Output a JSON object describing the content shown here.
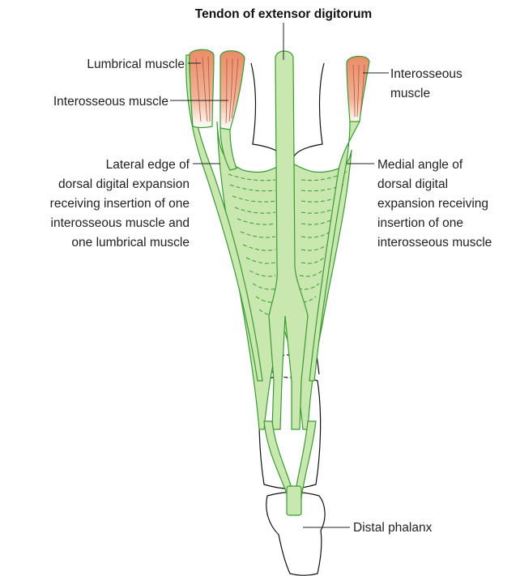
{
  "title": "Tendon of extensor digitorum",
  "labels": {
    "lumbrical": "Lumbrical muscle",
    "interosseous_left": "Interosseous muscle",
    "interosseous_right_1": "Interosseous",
    "interosseous_right_2": "muscle",
    "lateral_edge": [
      "Lateral edge of",
      "dorsal digital expansion",
      "receiving insertion of one",
      "interosseous muscle and",
      "one lumbrical muscle"
    ],
    "medial_angle": [
      "Medial angle of",
      "dorsal digital",
      "expansion receiving",
      "insertion of one",
      "interosseous muscle"
    ],
    "distal_phalanx": "Distal phalanx"
  },
  "colors": {
    "tendon_fill": "#c9e8b0",
    "tendon_stroke": "#3a9a32",
    "muscle": "#ec9a78",
    "bone_outline": "#111111"
  }
}
